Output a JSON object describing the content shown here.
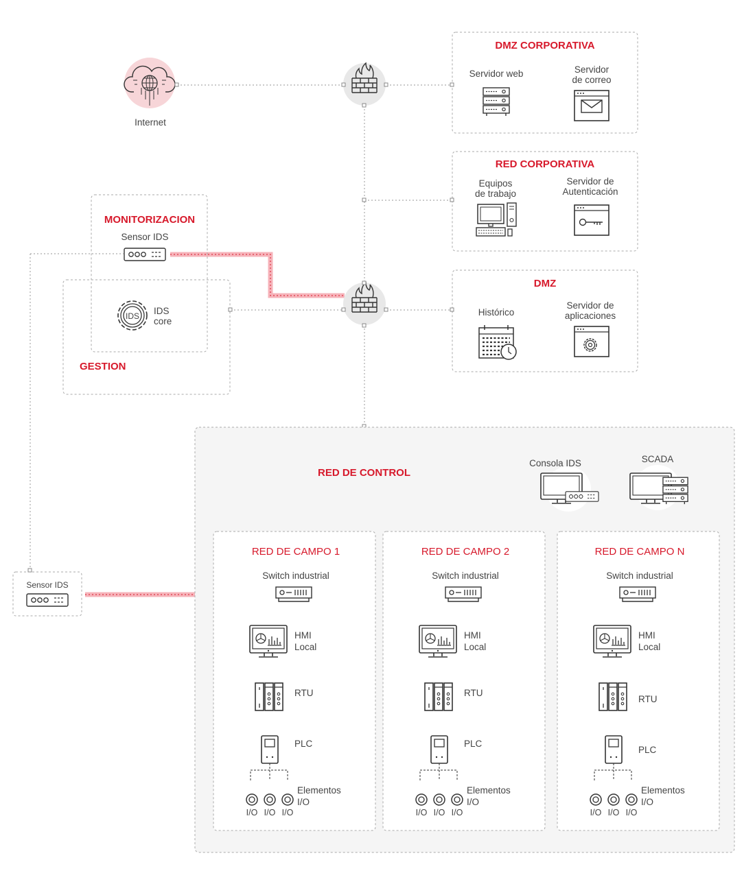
{
  "internet": {
    "label": "Internet"
  },
  "dmz_corporativa": {
    "title": "DMZ CORPORATIVA",
    "web": "Servidor web",
    "mail_1": "Servidor",
    "mail_2": "de correo"
  },
  "red_corporativa": {
    "title": "RED CORPORATIVA",
    "pcs_1": "Equipos",
    "pcs_2": "de trabajo",
    "auth_1": "Servidor de",
    "auth_2": "Autenticación"
  },
  "dmz": {
    "title": "DMZ",
    "hist": "Histórico",
    "app_1": "Servidor de",
    "app_2": "aplicaciones"
  },
  "monitorizacion": {
    "title": "MONITORIZACION",
    "sensor": "Sensor IDS"
  },
  "gestion": {
    "title": "GESTION",
    "ids_1": "IDS",
    "ids_2": "core",
    "ids_badge": "IDS"
  },
  "red_control": {
    "title": "RED DE CONTROL",
    "consola": "Consola IDS",
    "scada": "SCADA"
  },
  "sensor_left": {
    "label": "Sensor IDS"
  },
  "campos": [
    {
      "title": "RED DE CAMPO 1",
      "switch": "Switch industrial",
      "hmi_1": "HMI",
      "hmi_2": "Local",
      "rtu": "RTU",
      "plc": "PLC",
      "el_1": "Elementos",
      "el_2": "I/O",
      "io": "I/O"
    },
    {
      "title": "RED DE CAMPO 2",
      "switch": "Switch industrial",
      "hmi_1": "HMI",
      "hmi_2": "Local",
      "rtu": "RTU",
      "plc": "PLC",
      "el_1": "Elementos",
      "el_2": "I/O",
      "io": "I/O"
    },
    {
      "title": "RED DE CAMPO N",
      "switch": "Switch industrial",
      "hmi_1": "HMI",
      "hmi_2": "Local",
      "rtu": "RTU",
      "plc": "PLC",
      "el_1": "Elementos",
      "el_2": "I/O",
      "io": "I/O"
    }
  ],
  "icons": [
    "cloud-globe-icon",
    "firewall-icon",
    "server-icon",
    "mail-icon",
    "workstation-icon",
    "key-window-icon",
    "calendar-clock-icon",
    "gear-window-icon",
    "ids-sensor-icon",
    "ids-core-gear-icon",
    "monitor-icon",
    "scada-icon",
    "switch-icon",
    "hmi-icon",
    "rtu-icon",
    "plc-icon",
    "io-element-icon"
  ],
  "colors": {
    "accent": "#d7192b",
    "link_highlight": "#f4a6ae",
    "control_bg": "#f5f5f5",
    "internet_bg": "#f7d5d8"
  }
}
